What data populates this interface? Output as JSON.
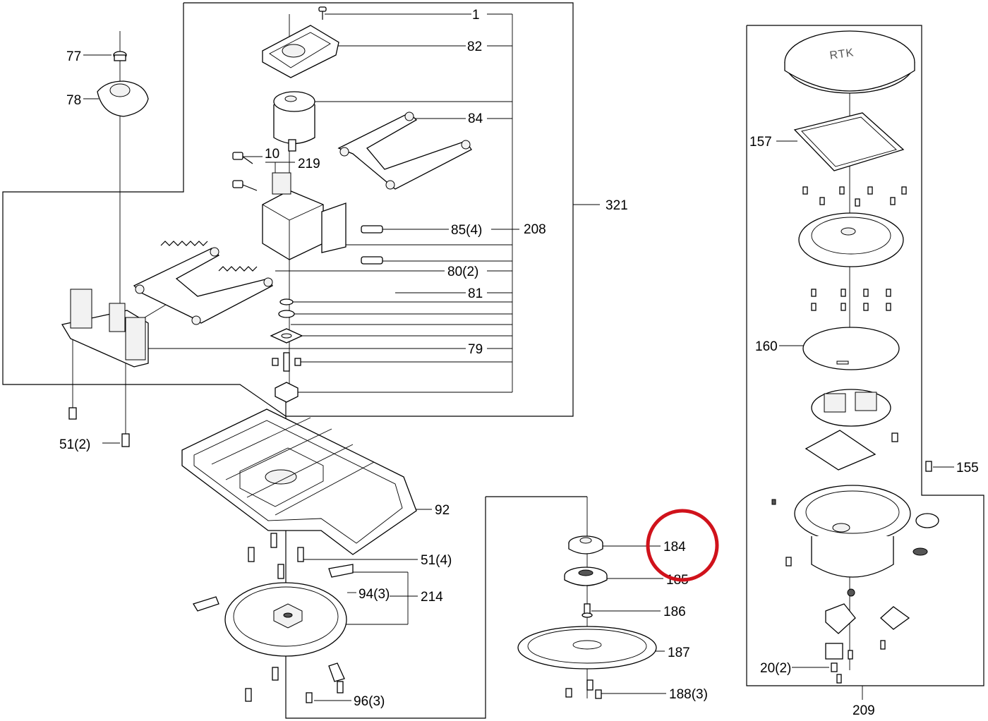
{
  "diagram": {
    "labels": {
      "l1": "1",
      "l82": "82",
      "l77": "77",
      "l78": "78",
      "l84": "84",
      "l10": "10",
      "l219": "219",
      "l321": "321",
      "l85": "85(4)",
      "l208": "208",
      "l80": "80(2)",
      "l81": "81",
      "l79": "79",
      "l51a": "51(2)",
      "l92": "92",
      "l51b": "51(4)",
      "l94": "94(3)",
      "l214": "214",
      "l96": "96(3)",
      "l184": "184",
      "l185": "185",
      "l186": "186",
      "l187": "187",
      "l188": "188(3)",
      "l157": "157",
      "l160": "160",
      "l155": "155",
      "l20": "20(2)",
      "l209": "209"
    },
    "cover_text": "RTK",
    "highlight_color": "#d0121b",
    "highlighted_label": "184"
  }
}
